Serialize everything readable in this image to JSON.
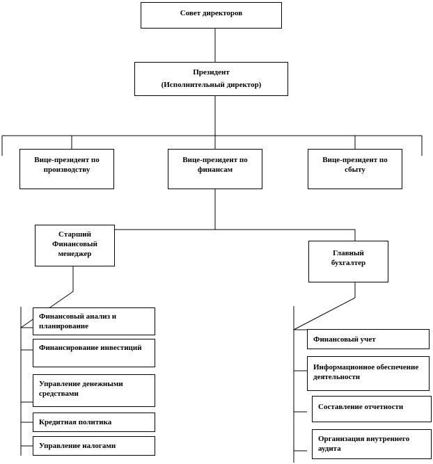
{
  "nodes": {
    "board": "Совет директоров",
    "president_title": "Президент",
    "president_subtitle": "(Исполнительный директор)",
    "vp_production": "Вице-президент по производству",
    "vp_finance": "Вице-президент по финансам",
    "vp_sales": "Вице-президент по сбыту",
    "senior_fin_manager": "Старший Финансовый менеджер",
    "chief_accountant": "Главный бухгалтер"
  },
  "left_functions": [
    "Финансовый анализ и планирование",
    "Финансирование инвестиций",
    "Управление денежными средствами",
    "Кредитная политика",
    "Управление налогами"
  ],
  "right_functions": [
    "Финансовый учет",
    "Информационное обеспечение деятельности",
    "Составление отчетности",
    "Организация внутреннего аудита"
  ]
}
